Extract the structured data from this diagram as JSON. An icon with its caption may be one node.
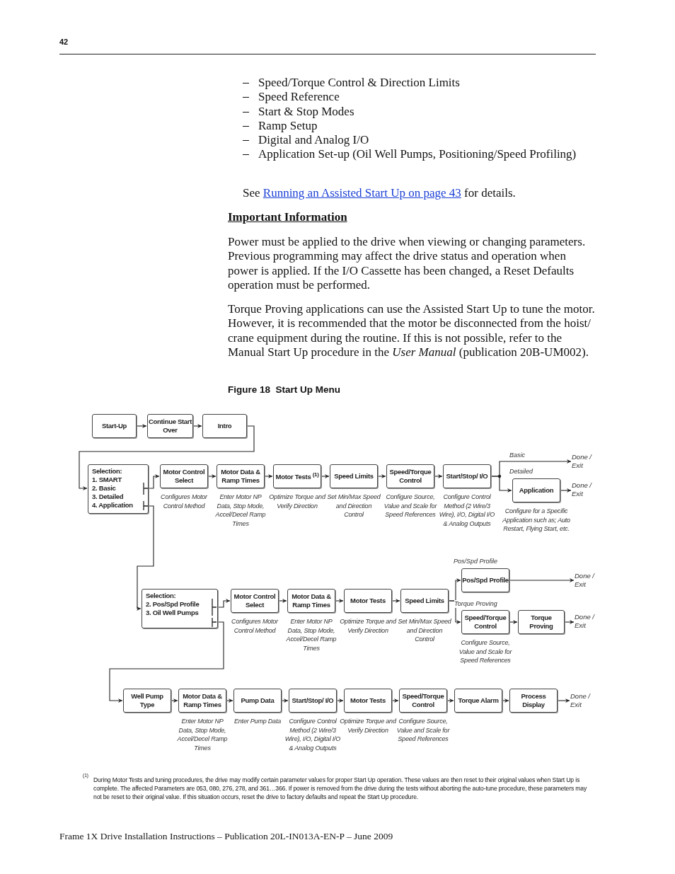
{
  "diagram": {
    "title": "Figure 18  Start Up Menu",
    "nodes": [
      {
        "text": [
          "Start-Up"
        ]
      },
      {
        "text": [
          "Continue Start Over"
        ]
      },
      {
        "text": [
          "Intro"
        ]
      },
      {
        "text": [
          "Selection:",
          "1. SMART",
          "2. Basic",
          "3. Detailed",
          "4. Application"
        ]
      },
      {
        "text": [
          "Motor Control Select"
        ],
        "beside": [
          "Configures Motor Control Method"
        ]
      },
      {
        "text": [
          "Motor Data & Ramp Times"
        ],
        "beside": [
          "Enter Motor NP Data, Stop Mode, Accel/Decel Ramp Times"
        ]
      },
      {
        "text": [
          "Motor Tests $^{(1)}$"
        ],
        "beside": [
          "Optimize Torque and Verify Direction"
        ]
      },
      {
        "text": [
          "Speed Limits"
        ],
        "beside": [
          "Set Min/Max Speed and Direction Control"
        ]
      },
      {
        "text": [
          "Speed/Torque Control"
        ],
        "beside": [
          "Configure Source, Value and Scale for Speed References"
        ]
      },
      {
        "text": [
          "Start/Stop/ I/O"
        ],
        "beside": [
          "Configure Control Method (2 Wire/3 Wire), I/O, Digital I/O & Analog Outputs"
        ]
      },
      {
        "text": [
          "Application"
        ],
        "beside": [
          "Configure for a Specific Application such as; Auto Restart, Flying Start, etc."
        ]
      },
      {
        "text": [
          "Done / Exit"
        ]
      },
      {
        "text": [
          "Done / Exit"
        ]
      },
      {
        "text": [
          "Selection:",
          "2. Pos/Spd Profile",
          "3. Oil Well Pumps"
        ]
      },
      {
        "text": [
          "Motor Control Select"
        ],
        "beside": [
          "Configures Motor Control Method"
        ]
      },
      {
        "text": [
          "Motor Data & Ramp Times"
        ],
        "beside": [
          "Enter Motor NP Data, Stop Mode, Accel/Decel Ramp Times"
        ]
      },
      {
        "text": [
          "Motor Tests"
        ],
        "beside": [
          "Optimize Torque and Verify Direction"
        ]
      },
      {
        "text": [
          "Speed Limits"
        ],
        "beside": [
          "Set Min/Max Speed and Direction Control"
        ]
      },
      {
        "text": [
          "Pos/Spd Profile"
        ]
      },
      {
        "text": [
          "Speed/Torque Control"
        ],
        "beside": [
          "Configure Source, Value and Scale for Speed References"
        ]
      },
      {
        "text": [
          "Torque Proving"
        ]
      },
      {
        "text": [
          "Done / Exit"
        ]
      },
      {
        "text": [
          "Done / Exit"
        ]
      },
      {
        "text": [
          "Well Pump Type"
        ]
      },
      {
        "text": [
          "Motor Data & Ramp Times"
        ],
        "beside": [
          "Enter Motor NP Data, Stop Mode, Accel/Decel Ramp Times"
        ]
      },
      {
        "text": [
          "Pump Data"
        ],
        "beside": [
          "Enter Pump Data"
        ]
      },
      {
        "text": [
          "Start/Stop/ I/O"
        ],
        "beside": [
          "Configure Control Method (2 Wire/3 Wire), I/O, Digital I/O & Analog Outputs"
        ]
      },
      {
        "text": [
          "Motor Tests"
        ],
        "beside": [
          "Optimize Torque and Verify Direction"
        ]
      },
      {
        "text": [
          "Speed/Torque Control"
        ],
        "beside": [
          "Configure Source, Value and Scale for Speed References"
        ]
      },
      {
        "text": [
          "Torque Alarm"
        ]
      },
      {
        "text": [
          "Process Display"
        ]
      },
      {
        "text": [
          "Done / Exit"
        ]
      }
    ],
    "edges": [
      {
        "from": 0,
        "to": 1,
        "arrow": "to"
      },
      {
        "from": 1,
        "to": 2,
        "arrow": "to"
      },
      {
        "from": 2,
        "to": 3,
        "arrow": "to"
      },
      {
        "from": 3,
        "to": 4,
        "arrow": "to"
      },
      {
        "from": 4,
        "to": 5,
        "arrow": "to"
      },
      {
        "from": 5,
        "to": 6,
        "arrow": "to"
      },
      {
        "from": 6,
        "to": 7,
        "arrow": "to"
      },
      {
        "from": 7,
        "to": 8,
        "arrow": "to"
      },
      {
        "from": 8,
        "to": 9,
        "arrow": "to"
      },
      {
        "from": 9,
        "to": 11,
        "arrow": "to",
        "label": "Basic"
      },
      {
        "from": 9,
        "to": 10,
        "arrow": "to",
        "label": "Detailed"
      },
      {
        "from": 10,
        "to": 12,
        "arrow": "to"
      },
      {
        "from": 3,
        "to": 13,
        "arrow": "to"
      },
      {
        "from": 13,
        "to": 14,
        "arrow": "to"
      },
      {
        "from": 14,
        "to": 15,
        "arrow": "to"
      },
      {
        "from": 15,
        "to": 16,
        "arrow": "to"
      },
      {
        "from": 16,
        "to": 17,
        "arrow": "to"
      },
      {
        "from": 17,
        "to": 18,
        "arrow": "to",
        "label": "Pos/Spd Profile"
      },
      {
        "from": 17,
        "to": 19,
        "arrow": "to",
        "label": "Torque Proving"
      },
      {
        "from": 18,
        "to": 21,
        "arrow": "to"
      },
      {
        "from": 19,
        "to": 20,
        "arrow": "to"
      },
      {
        "from": 20,
        "to": 22,
        "arrow": "to"
      },
      {
        "from": 13,
        "to": 23,
        "arrow": "to"
      },
      {
        "from": 23,
        "to": 24,
        "arrow": "to"
      },
      {
        "from": 24,
        "to": 25,
        "arrow": "to"
      },
      {
        "from": 25,
        "to": 26,
        "arrow": "to"
      },
      {
        "from": 26,
        "to": 27,
        "arrow": "to"
      },
      {
        "from": 27,
        "to": 28,
        "arrow": "to"
      },
      {
        "from": 28,
        "to": 29,
        "arrow": "to"
      },
      {
        "from": 29,
        "to": 30,
        "arrow": "to"
      },
      {
        "from": 30,
        "to": 31,
        "arrow": "to"
      }
    ],
    "labels": [
      "42",
      "Speed/Torque Control & Direction Limits",
      "Speed Reference",
      "Start & Stop Modes",
      "Ramp Setup",
      "Digital and Analog I/O",
      "Application Set-up (Oil Well Pumps, Positioning/Speed Profiling)",
      "See",
      "Running an Assisted Start Up on page 43",
      "for details.",
      "Important Information",
      "Power must be applied to the drive when viewing or changing parameters. Previous programming may affect the drive status and operation when power is applied. If the I/O Cassette has been changed, a Reset Defaults operation must be performed.",
      "Torque Proving applications can use the Assisted Start Up to tune the motor. However, it is recommended that the motor be disconnected from the hoist/ crane equipment during the routine. If this is not possible, refer to the Manual Start Up procedure in the *User Manual* (publication 20B-UM002).",
      "(1)",
      "During Motor Tests and tuning procedures, the drive may modify certain parameter values for proper Start Up operation. These values are then reset to their original values when Start Up is complete. The affected Parameters are 053, 080, 276, 278, and 361…366. If power is removed from the drive during the tests without aborting the auto-tune procedure, these parameters may not be reset to their original value. If this situation occurs, reset the drive to factory defaults and repeat the Start Up procedure.",
      "Frame 1X Drive Installation Instructions – Publication 20L-IN013A-EN-P – June 2009"
    ]
  }
}
